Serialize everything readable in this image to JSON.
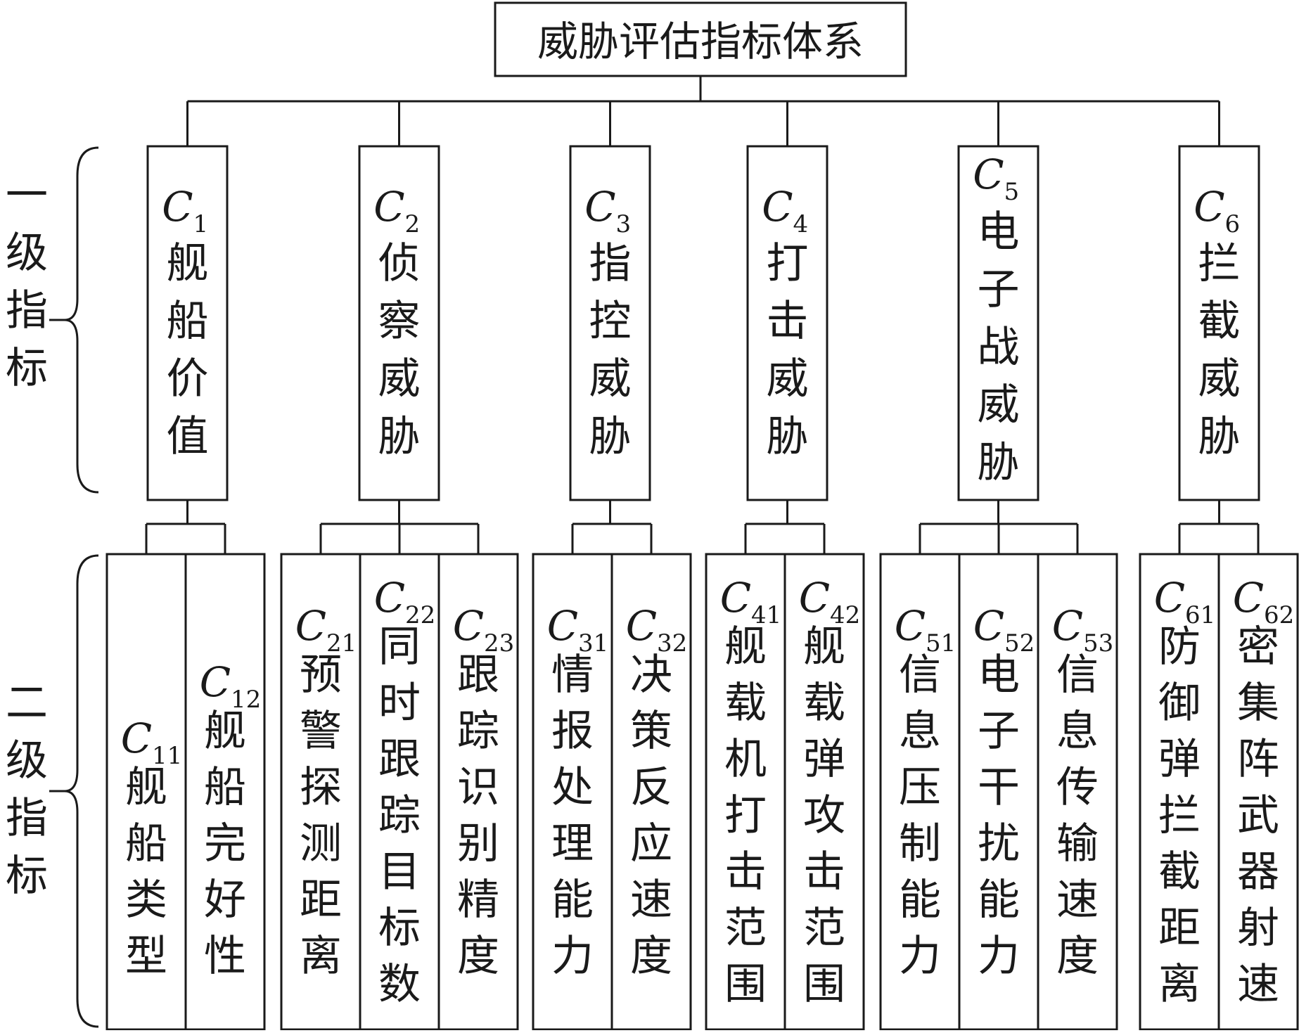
{
  "title": "威胁评估指标体系",
  "side_labels": {
    "level1": "一级指标",
    "level2": "二级指标"
  },
  "level1": [
    {
      "code": "C",
      "sub": "1",
      "label": "舰船价值",
      "children": [
        {
          "code": "C",
          "sub": "11",
          "label": "舰船类型"
        },
        {
          "code": "C",
          "sub": "12",
          "label": "舰船完好性"
        }
      ]
    },
    {
      "code": "C",
      "sub": "2",
      "label": "侦察威胁",
      "children": [
        {
          "code": "C",
          "sub": "21",
          "label": "预警探测距离"
        },
        {
          "code": "C",
          "sub": "22",
          "label": "同时跟踪目标数"
        },
        {
          "code": "C",
          "sub": "23",
          "label": "跟踪识别精度"
        }
      ]
    },
    {
      "code": "C",
      "sub": "3",
      "label": "指控威胁",
      "children": [
        {
          "code": "C",
          "sub": "31",
          "label": "情报处理能力"
        },
        {
          "code": "C",
          "sub": "32",
          "label": "决策反应速度"
        }
      ]
    },
    {
      "code": "C",
      "sub": "4",
      "label": "打击威胁",
      "children": [
        {
          "code": "C",
          "sub": "41",
          "label": "舰载机打击范围"
        },
        {
          "code": "C",
          "sub": "42",
          "label": "舰载弹攻击范围"
        }
      ]
    },
    {
      "code": "C",
      "sub": "5",
      "label": "电子战威胁",
      "children": [
        {
          "code": "C",
          "sub": "51",
          "label": "信息压制能力"
        },
        {
          "code": "C",
          "sub": "52",
          "label": "电子干扰能力"
        },
        {
          "code": "C",
          "sub": "53",
          "label": "信息传输速度"
        }
      ]
    },
    {
      "code": "C",
      "sub": "6",
      "label": "拦截威胁",
      "children": [
        {
          "code": "C",
          "sub": "61",
          "label": "防御弹拦截距离"
        },
        {
          "code": "C",
          "sub": "62",
          "label": "密集阵武器射速"
        }
      ]
    }
  ]
}
